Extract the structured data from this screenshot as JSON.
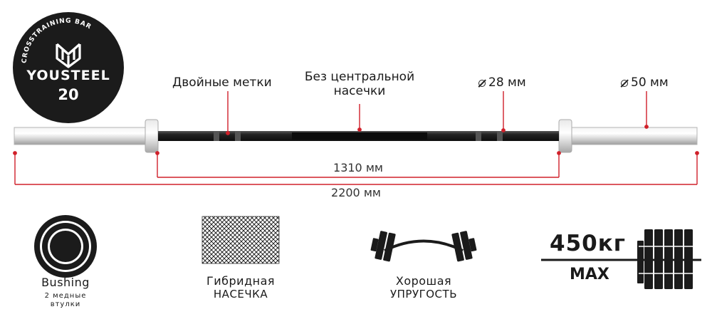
{
  "logo": {
    "arc_text": "CROSSTRAINING BAR",
    "brand": "YOUSTEEL",
    "weight": "20"
  },
  "callouts": {
    "double_marks": "Двойные метки",
    "no_center_line1": "Без центральной",
    "no_center_line2": "насечки",
    "shaft_diameter": "28 мм",
    "sleeve_diameter": "50 мм"
  },
  "dimensions": {
    "inner_length": "1310 мм",
    "total_length": "2200 мм"
  },
  "features": {
    "bushing_title": "Bushing",
    "bushing_sub_line1": "2 медные",
    "bushing_sub_line2": "втулки",
    "knurling_line1": "Гибридная",
    "knurling_line2": "насечка",
    "elasticity_line1": "Хорошая",
    "elasticity_line2": "упругость",
    "max_load": "450кг",
    "max_label": "МАХ"
  },
  "colors": {
    "accent": "#d0202a",
    "bar_dark": "#1b1b1b",
    "sleeve": "#d8d8d8"
  }
}
